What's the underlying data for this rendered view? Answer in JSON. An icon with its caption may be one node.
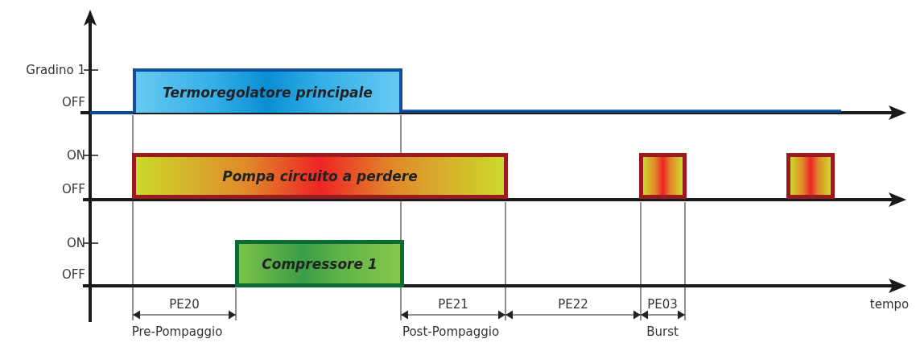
{
  "diagram": {
    "nodes": [
      {
        "text": [
          "Termoregolatore principale"
        ]
      },
      {
        "text": [
          "Pompa circuito a perdere"
        ]
      },
      {
        "text": [],
        "shape": "box"
      },
      {
        "text": [],
        "shape": "box"
      },
      {
        "text": [
          "Compressore 1"
        ]
      }
    ],
    "labels": [
      "Gradino 1",
      "OFF",
      "ON",
      "OFF",
      "ON",
      "OFF",
      "PE20",
      "PE21",
      "PE22",
      "PE03",
      "tempo",
      "Pre-Pompaggio",
      "Post-Pompaggio",
      "Burst"
    ]
  }
}
